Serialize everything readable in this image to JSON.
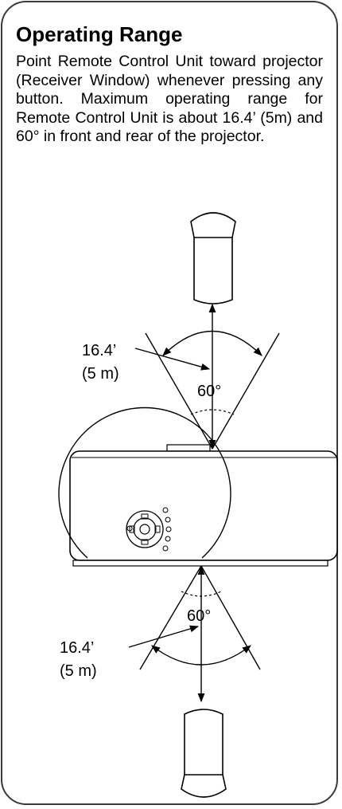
{
  "section": {
    "title": "Operating Range",
    "body": "Point Remote Control Unit toward projector (Receiver Window) whenever pressing any button. Maximum operating range for Remote Control Unit is about 16.4’ (5m) and 60° in front and rear of the projector."
  },
  "diagram": {
    "front": {
      "distance_ft": "16.4’",
      "distance_m": "(5 m)",
      "angle": "60°"
    },
    "rear": {
      "distance_ft": "16.4’",
      "distance_m": "(5 m)",
      "angle": "60°"
    },
    "icons": [
      "remote-control-icon",
      "projector-icon",
      "angle-arc-icon",
      "arrow-icon"
    ]
  }
}
